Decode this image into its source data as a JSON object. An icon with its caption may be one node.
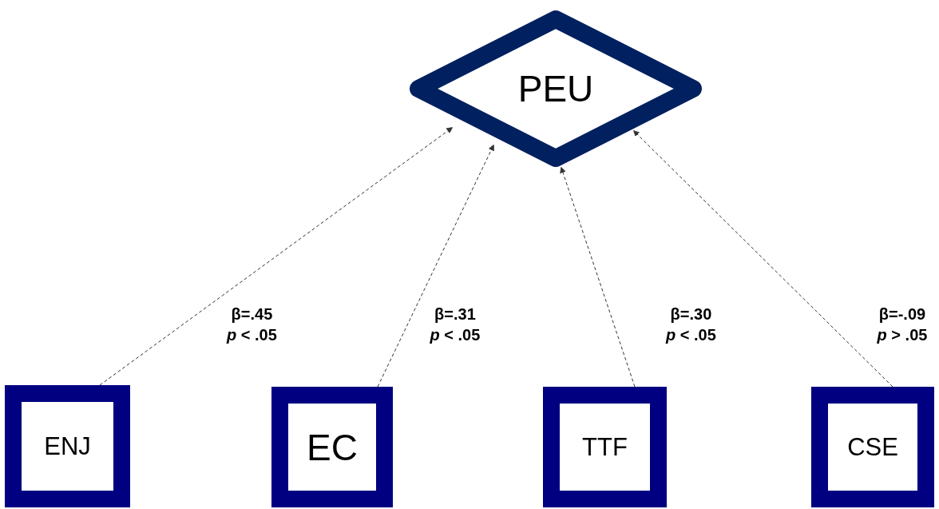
{
  "diagram": {
    "nodes": [
      {
        "text": [
          "PEU"
        ]
      },
      {
        "text": [
          "ENJ"
        ]
      },
      {
        "text": [
          "EC"
        ]
      },
      {
        "text": [
          "TTF"
        ]
      },
      {
        "text": [
          "CSE"
        ]
      }
    ],
    "edges": [
      {
        "from": 1,
        "to": 0,
        "arrow": "to",
        "style": "dashed",
        "label": "β=.45 *p* < .05"
      },
      {
        "from": 2,
        "to": 0,
        "arrow": "to",
        "style": "dashed",
        "label": "β=.31 *p* < .05"
      },
      {
        "from": 3,
        "to": 0,
        "arrow": "to",
        "style": "dashed",
        "label": "β=.30 *p* < .05"
      },
      {
        "from": 4,
        "to": 0,
        "arrow": "to",
        "style": "dashed",
        "label": "β=-.09 *p* > .05"
      }
    ]
  }
}
